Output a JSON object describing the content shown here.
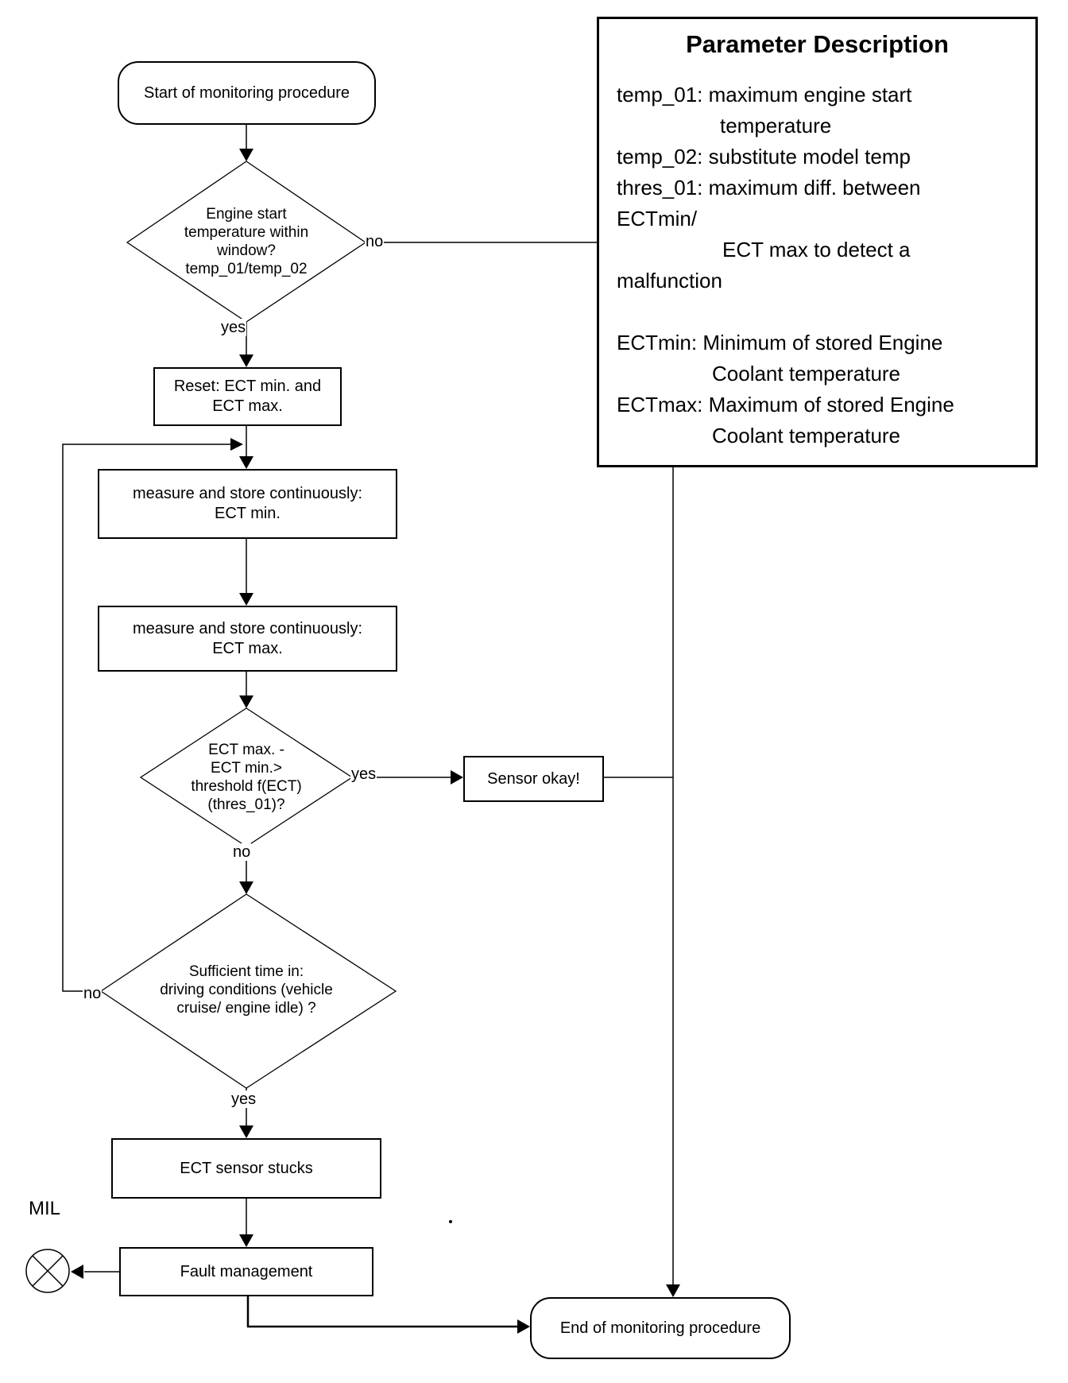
{
  "diagram": {
    "param_panel": {
      "title": "Parameter Description",
      "lines": [
        "temp_01: maximum engine start",
        "temperature",
        "temp_02: substitute model temp",
        "thres_01: maximum diff. between",
        "ECTmin/",
        "ECT max to detect a",
        "malfunction",
        "",
        "ECTmin: Minimum of stored Engine",
        "Coolant temperature",
        "ECTmax: Maximum of stored Engine",
        "Coolant temperature"
      ]
    },
    "nodes": {
      "start": {
        "label": "Start of monitoring procedure"
      },
      "decision_window": {
        "line1": "Engine start",
        "line2": "temperature within",
        "line3": "window?",
        "line4": "temp_01/temp_02"
      },
      "reset": {
        "line1": "Reset: ECT min. and",
        "line2": "ECT max."
      },
      "measure_min": {
        "line1": "measure and store continuously:",
        "line2": "ECT min."
      },
      "measure_max": {
        "line1": "measure and store continuously:",
        "line2": "ECT max."
      },
      "decision_threshold": {
        "line1": "ECT max. -",
        "line2": "ECT min.>",
        "line3": "threshold f(ECT)",
        "line4": "(thres_01)?"
      },
      "sensor_okay": {
        "label": "Sensor okay!"
      },
      "decision_time": {
        "line1": "Sufficient time in:",
        "line2": "driving conditions (vehicle",
        "line3": "cruise/ engine idle) ?"
      },
      "ect_stucks": {
        "label": "ECT sensor stucks"
      },
      "fault_mgmt": {
        "label": "Fault management"
      },
      "end": {
        "label": "End of monitoring procedure"
      },
      "mil": {
        "label": "MIL"
      }
    },
    "edge_labels": {
      "window_no": "no",
      "window_yes": "yes",
      "threshold_yes": "yes",
      "threshold_no": "no",
      "time_no": "no",
      "time_yes": "yes"
    },
    "colors": {
      "line": "#000000",
      "background": "#ffffff"
    }
  }
}
